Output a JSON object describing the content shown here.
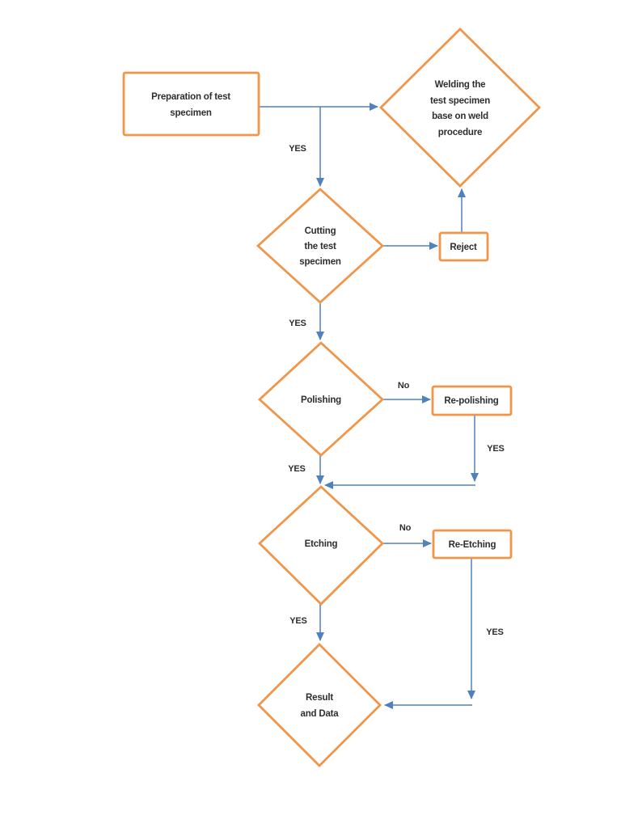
{
  "flowchart": {
    "colors": {
      "shape_border_orange": "#F0964A",
      "connector_blue": "#4F81BD",
      "text_dark": "#2E2E2E",
      "background": "#FFFFFF"
    },
    "nodes": {
      "preparation": {
        "shape": "rectangle",
        "lines": [
          "Preparation of test",
          "specimen"
        ]
      },
      "welding": {
        "shape": "diamond",
        "lines": [
          "Welding the",
          "test specimen",
          "base on weld",
          "procedure"
        ]
      },
      "cutting": {
        "shape": "diamond",
        "lines": [
          "Cutting",
          "the test",
          "specimen"
        ]
      },
      "reject": {
        "shape": "rectangle",
        "label": "Reject"
      },
      "polishing": {
        "shape": "diamond",
        "label": "Polishing"
      },
      "repolishing": {
        "shape": "rectangle",
        "label": "Re-polishing"
      },
      "etching": {
        "shape": "diamond",
        "label": "Etching"
      },
      "reetching": {
        "shape": "rectangle",
        "label": "Re-Etching"
      },
      "result": {
        "shape": "diamond",
        "lines": [
          "Result",
          "and Data"
        ]
      }
    },
    "edge_labels": {
      "prep_branch_yes": "YES",
      "cutting_yes": "YES",
      "polishing_no": "No",
      "repolishing_yes": "YES",
      "polishing_yes": "YES",
      "etching_no": "No",
      "reetching_yes": "YES",
      "etching_yes": "YES"
    }
  }
}
